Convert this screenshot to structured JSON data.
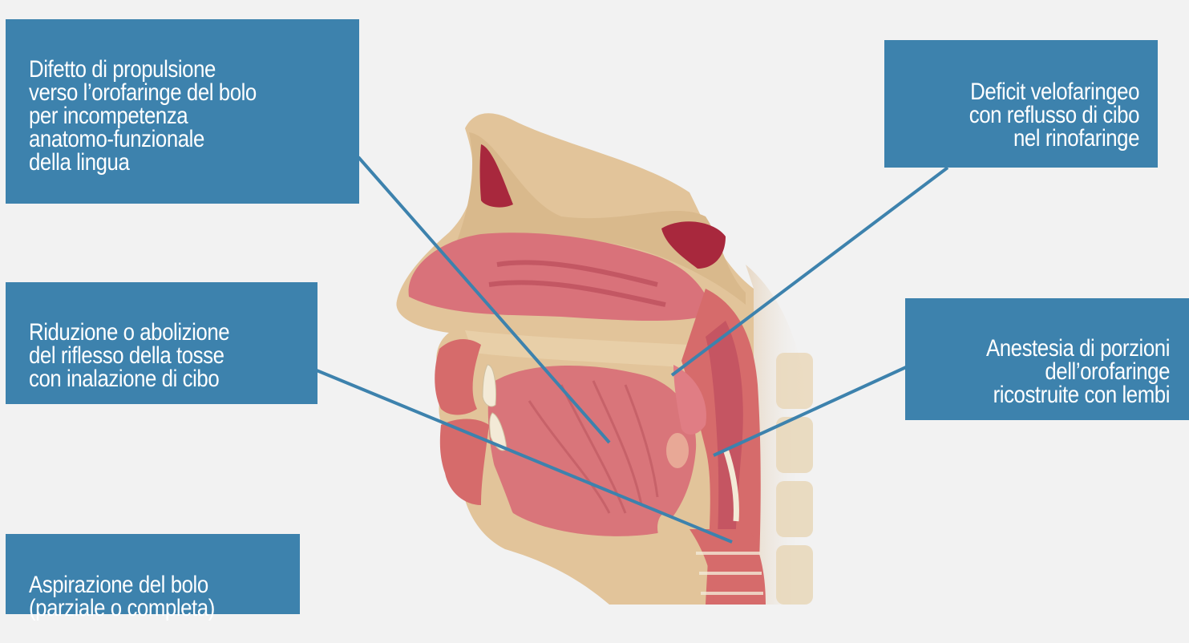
{
  "labels": {
    "lingua": "Difetto di propulsione\nverso l’orofaringe del bolo\nper incompetenza\nanatomo-funzionale\ndella lingua",
    "tosse": "Riduzione o abolizione\ndel riflesso della tosse\ncon inalazione di cibo",
    "aspirazione": "Aspirazione del bolo\n(parziale o completa)",
    "velo": "Deficit velofaringeo\ncon reflusso di cibo\nnel rinofaringe",
    "anestesia": "Anestesia di porzioni\ndell’orofaringe\nricostruite con lembi"
  },
  "colors": {
    "background": "#f2f2f2",
    "label_box": "#3d82ad",
    "leader_line": "#3d82ad",
    "bone": "#e2c49a",
    "tissue": "#d66b6b",
    "mucosa": "#e58f8f"
  }
}
